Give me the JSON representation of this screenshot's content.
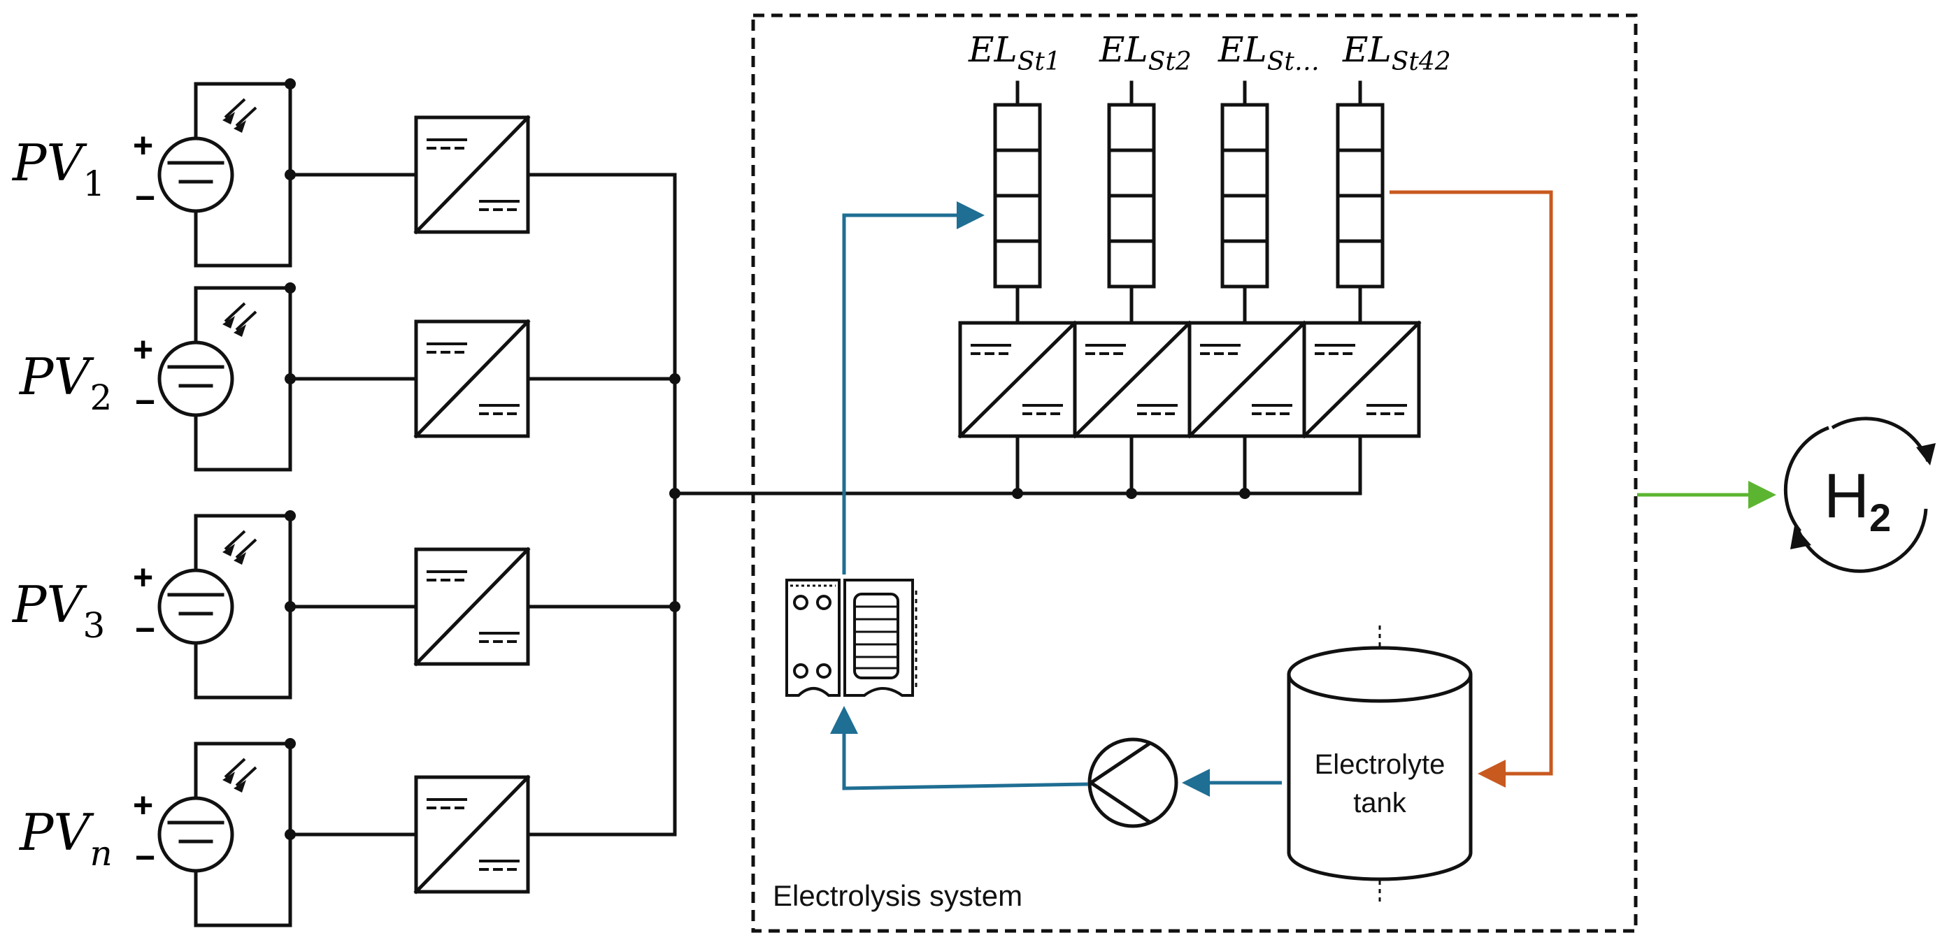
{
  "pv_labels": [
    {
      "base": "PV",
      "sub": "1"
    },
    {
      "base": "PV",
      "sub": "2"
    },
    {
      "base": "PV",
      "sub": "3"
    },
    {
      "base": "PV",
      "sub": "n"
    }
  ],
  "polarity": {
    "plus": "+",
    "minus": "−"
  },
  "stack_labels": [
    {
      "base": "EL",
      "sub": "St1"
    },
    {
      "base": "EL",
      "sub": "St2"
    },
    {
      "base": "EL",
      "sub": "St…"
    },
    {
      "base": "EL",
      "sub": "St42"
    }
  ],
  "system_label": "Electrolysis system",
  "tank_label_line1": "Electrolyte",
  "tank_label_line2": "tank",
  "output": {
    "base": "H",
    "sub": "2"
  },
  "colors": {
    "line": "#111111",
    "coolant_loop": "#1f6e93",
    "return_line": "#c8591f",
    "hydrogen_out": "#5cb531"
  },
  "icons": {
    "pv_source": "pv-source-icon",
    "dc_dc": "dc-dc-converter-icon",
    "heat_exchanger": "heat-exchanger-icon",
    "pump": "pump-icon",
    "tank": "tank-icon",
    "hydrogen_cycle": "hydrogen-cycle-icon"
  }
}
